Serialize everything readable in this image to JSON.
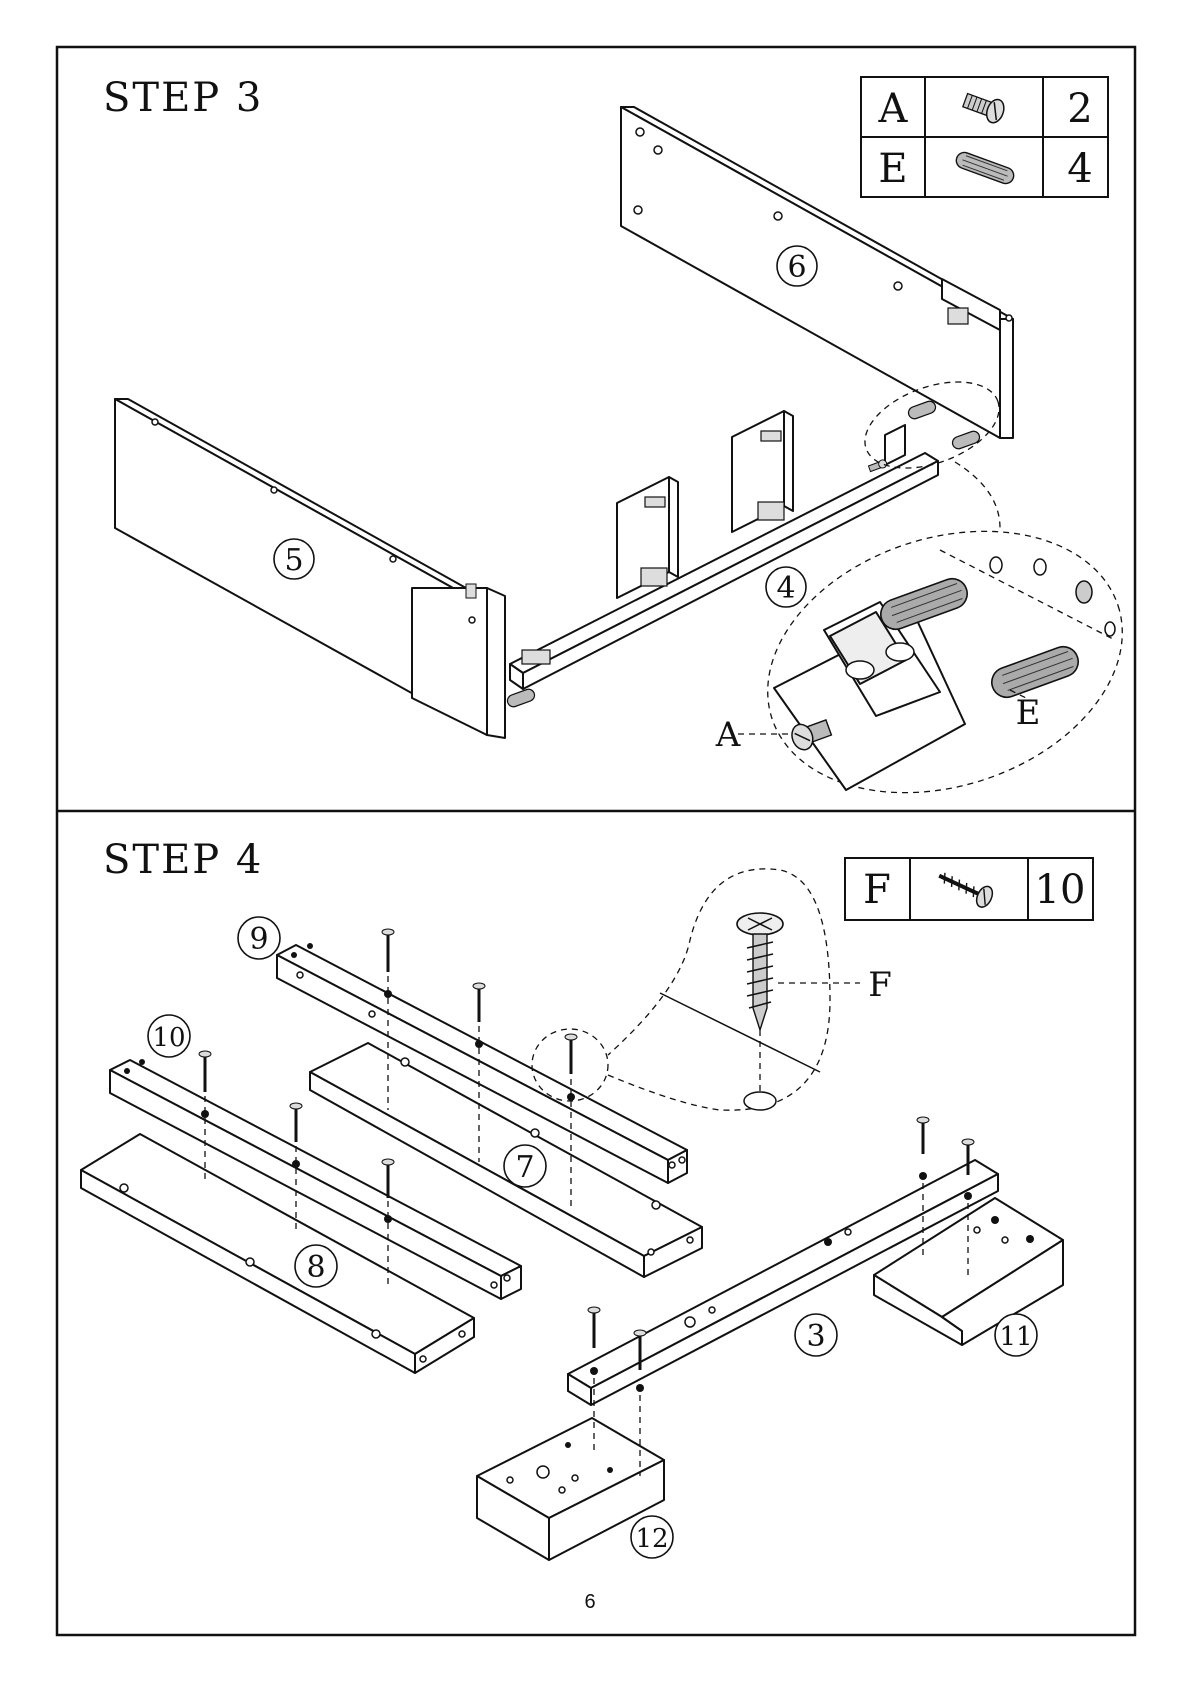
{
  "steps": [
    {
      "title": "STEP 3",
      "hardware": [
        {
          "code": "A",
          "icon": "machine-screw-icon",
          "qty": "2"
        },
        {
          "code": "E",
          "icon": "wooden-dowel-icon",
          "qty": "4"
        }
      ],
      "part_labels": [
        "6",
        "5",
        "4"
      ],
      "callouts": [
        "A",
        "E"
      ]
    },
    {
      "title": "STEP 4",
      "hardware": [
        {
          "code": "F",
          "icon": "wood-screw-icon",
          "qty": "10"
        }
      ],
      "part_labels": [
        "9",
        "10",
        "7",
        "8",
        "3",
        "11",
        "12"
      ],
      "callouts": [
        "F"
      ]
    }
  ],
  "page_number": "6"
}
